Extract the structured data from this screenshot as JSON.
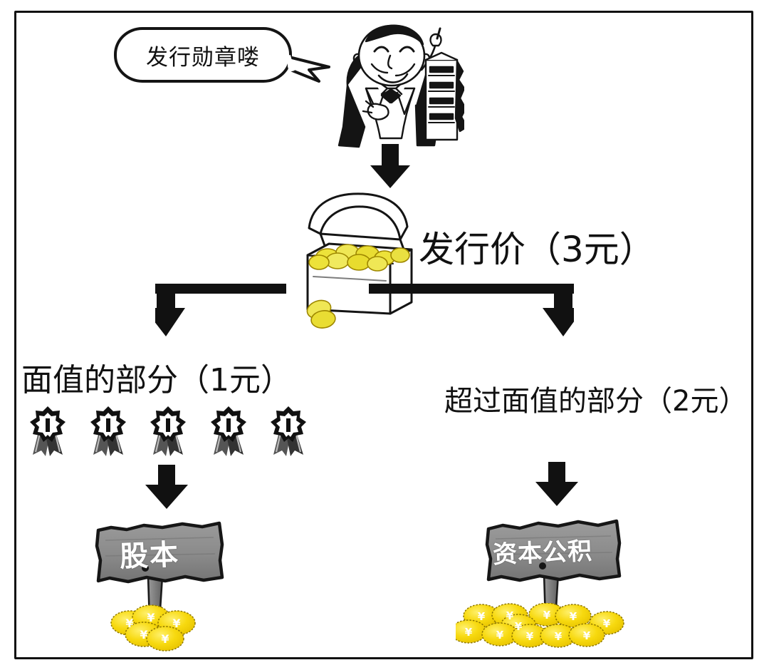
{
  "diagram": {
    "title_alt": "股票发行价构成示意图",
    "speech": {
      "text": "发行勋章喽",
      "speaker": "cartoon-businessman"
    },
    "issue_price": {
      "label": "发行价（3元）",
      "amount": "3元"
    },
    "branches": [
      {
        "id": "par-value",
        "label": "面值的部分（1元）",
        "amount": "1元",
        "medal_count": 5,
        "medal_glyph": "1",
        "sign_label": "股本",
        "coin_count": 5,
        "coin_glyph": "¥"
      },
      {
        "id": "above-par-value",
        "label": "超过面值的部分（2元）",
        "amount": "2元",
        "sign_label": "资本公积",
        "coin_count": 11,
        "coin_glyph": "¥"
      }
    ],
    "icons": {
      "chest": "treasure-chest-icon",
      "medal": "medal-ribbon-icon",
      "coin": "yen-coin-icon",
      "character": "businessman-icon",
      "arrow": "arrow-down-icon"
    },
    "colors": {
      "ink": "#111111",
      "gold": "#F5D211",
      "gold_dark": "#C9A800",
      "sign_grey": "#8C8C8C",
      "sign_grey_dark": "#6E6E6E",
      "paper": "#FFFFFF"
    }
  }
}
